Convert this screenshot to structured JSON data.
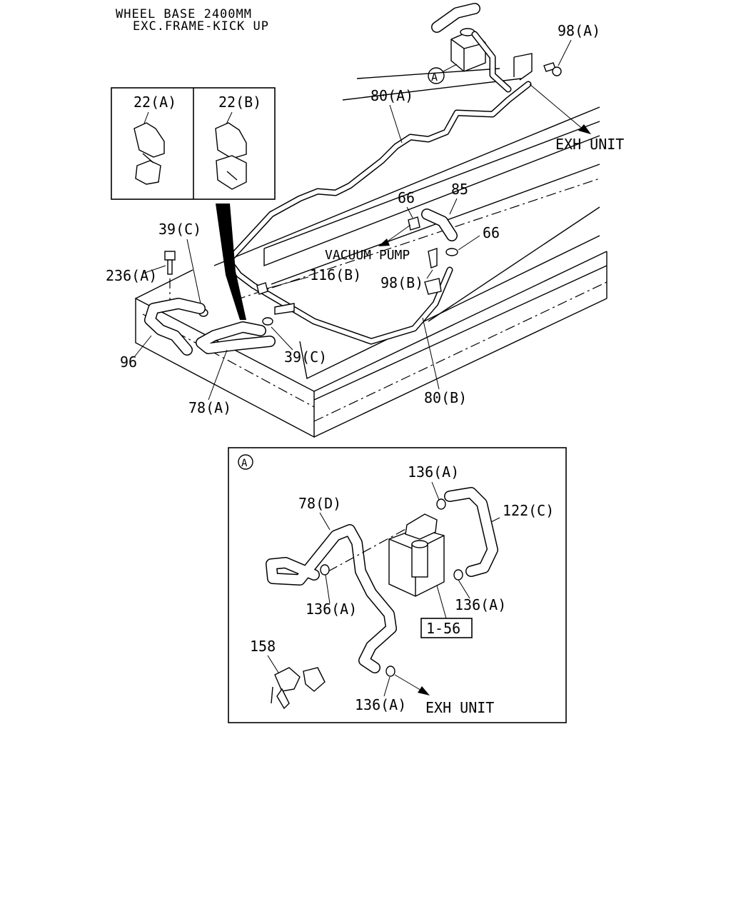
{
  "header": {
    "line1": "WHEEL BASE 2400MM",
    "line2": "EXC.FRAME-KICK UP"
  },
  "callouts": {
    "c98a": "98(A)",
    "c80a": "80(A)",
    "exh_unit": "EXH UNIT",
    "c22a": "22(A)",
    "c22b": "22(B)",
    "c66a": "66",
    "c85": "85",
    "c66b": "66",
    "c39c_top": "39(C)",
    "vacuum_pump": "VACUUM PUMP",
    "c236a": "236(A)",
    "c116b": "116(B)",
    "c98b": "98(B)",
    "c96": "96",
    "c39c_bottom": "39(C)",
    "c80b": "80(B)",
    "c78a": "78(A)",
    "view_a_marker": "A"
  },
  "detail_a": {
    "marker": "A",
    "c136a_top": "136(A)",
    "c78d": "78(D)",
    "c122c": "122(C)",
    "c136a_left": "136(A)",
    "c136a_right": "136(A)",
    "ref_box": "1-56",
    "c158": "158",
    "c136a_bottom": "136(A)",
    "exh_unit": "EXH UNIT"
  }
}
